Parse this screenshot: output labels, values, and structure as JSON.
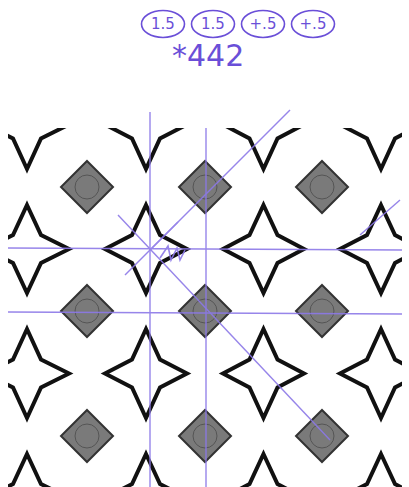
{
  "diagram": {
    "nodes": [
      {
        "text": [
          "1.5"
        ]
      },
      {
        "text": [
          "1.5"
        ]
      },
      {
        "text": [
          "+.5"
        ]
      },
      {
        "text": [
          "+.5"
        ]
      }
    ],
    "labels": [
      "*442"
    ]
  }
}
